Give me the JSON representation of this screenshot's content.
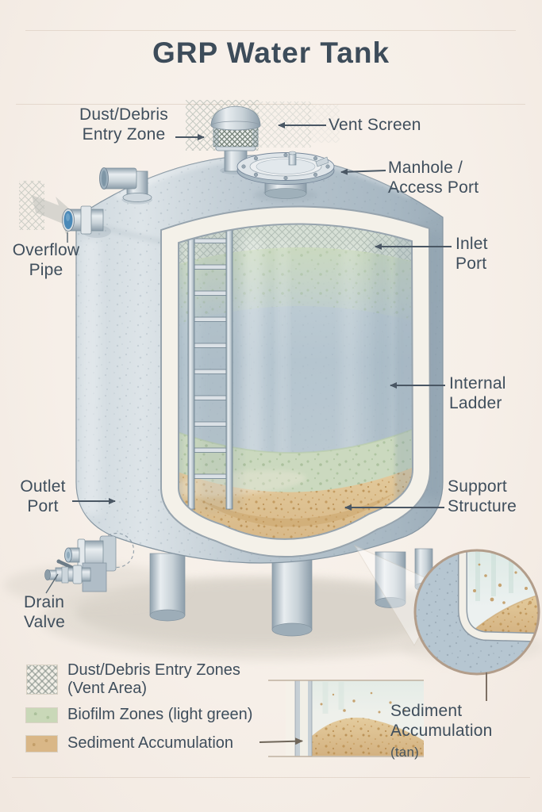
{
  "header": {
    "title": "GRP Water Tank"
  },
  "labels": {
    "dust_entry": {
      "text": "Dust/Debris\nEntry Zone"
    },
    "vent_screen": {
      "text": "Vent Screen"
    },
    "manhole": {
      "text": "Manhole /\nAccess Port"
    },
    "overflow": {
      "text": "Overflow\nPipe"
    },
    "inlet": {
      "text": "Inlet\nPort"
    },
    "ladder": {
      "text": "Internal\nLadder"
    },
    "outlet": {
      "text": "Outlet\nPort"
    },
    "support": {
      "text": "Support\nStructure"
    },
    "drain": {
      "text": "Drain\nValve"
    },
    "sediment_callout": {
      "text": "Sediment\nAccumulation",
      "sub": "(tan)"
    }
  },
  "legend": {
    "items": [
      {
        "swatch": "crosshatch",
        "label": "Dust/Debris Entry Zones\n(Vent Area)"
      },
      {
        "swatch": "light-green",
        "label": "Biofilm Zones (light green)"
      },
      {
        "swatch": "tan",
        "label": "Sediment Accumulation"
      }
    ]
  },
  "palette": {
    "background": "#f6efe8",
    "ink": "#3f4e5c",
    "arrow": "#4a5764",
    "tank_body": "#b9c6cf",
    "cut_edge": "#f3f0e8",
    "water": "#b7c7d1",
    "biofilm_green": "#c9d8bc",
    "sediment_tan": "#dcc091",
    "overflow_blue": "#4c8cba"
  }
}
